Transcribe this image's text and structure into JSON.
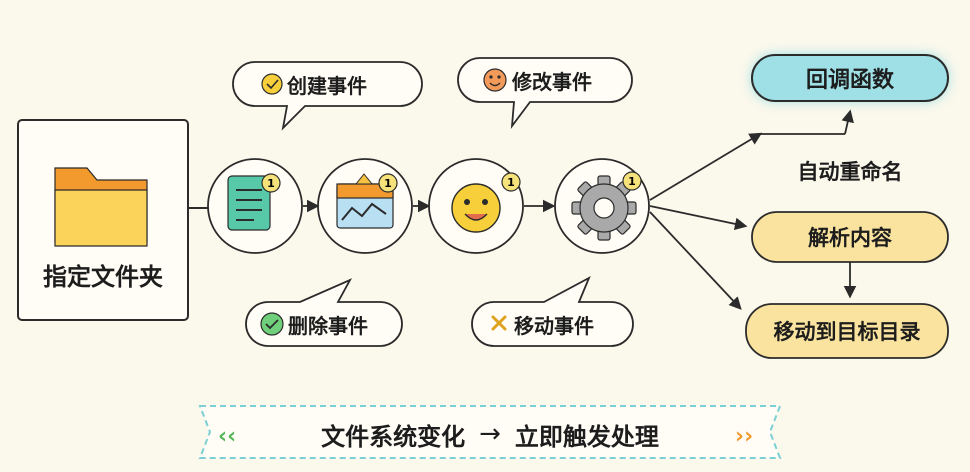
{
  "source": {
    "label": "指定文件夹"
  },
  "events": [
    {
      "label": "创建事件",
      "icon": "smile-check-icon"
    },
    {
      "label": "修改事件",
      "icon": "smile-face-icon"
    },
    {
      "label": "删除事件",
      "icon": "check-circle-icon"
    },
    {
      "label": "移动事件",
      "icon": "cross-x-icon"
    }
  ],
  "stages": [
    {
      "icon": "document-icon",
      "badge": "1"
    },
    {
      "icon": "image-chart-icon",
      "badge": "1"
    },
    {
      "icon": "smiley-icon",
      "badge": "1"
    },
    {
      "icon": "gear-icon",
      "badge": "1"
    }
  ],
  "outputs": {
    "callback": "回调函数",
    "rename": "自动重命名",
    "parse": "解析内容",
    "move": "移动到目标目录"
  },
  "banner": {
    "left": "文件系统变化",
    "arrow": "→",
    "right": "立即触发处理"
  },
  "colors": {
    "background": "#fbf8ec",
    "callback_fill": "#9fe0e6",
    "callback_glow": "#3ec7d9",
    "output_fill": "#f9e39e",
    "badge": "#f6e27a",
    "folder": "#f7b53c"
  }
}
